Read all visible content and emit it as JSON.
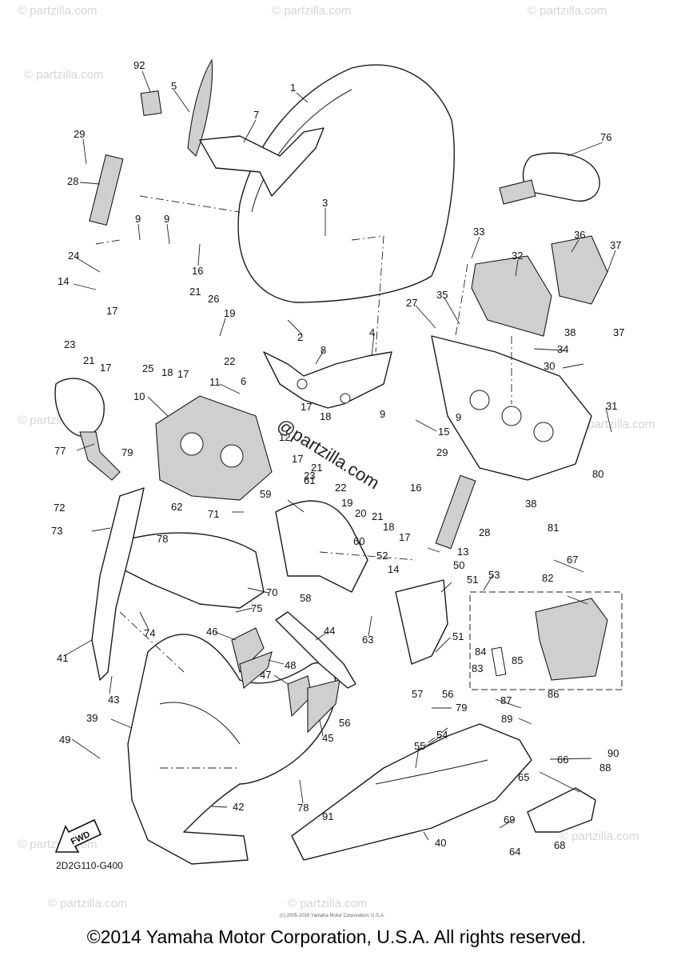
{
  "watermarks": {
    "site_text": "© partzilla.com",
    "center_text": "@partzilla.com"
  },
  "diagram": {
    "code": "2D2G110-G400",
    "fwd_label": "FWD",
    "credit": "(c) 2005-2016 Yamaha Motor Corporation, U.S.A.",
    "callouts": [
      "92",
      "5",
      "1",
      "7",
      "29",
      "28",
      "3",
      "76",
      "9",
      "9",
      "24",
      "16",
      "33",
      "32",
      "36",
      "37",
      "14",
      "17",
      "21",
      "26",
      "19",
      "35",
      "27",
      "2",
      "38",
      "37",
      "23",
      "21",
      "17",
      "25",
      "18",
      "17",
      "22",
      "4",
      "34",
      "8",
      "30",
      "11",
      "6",
      "10",
      "17",
      "18",
      "9",
      "9",
      "12",
      "15",
      "31",
      "23",
      "21",
      "17",
      "29",
      "77",
      "79",
      "22",
      "19",
      "20",
      "21",
      "18",
      "16",
      "38",
      "80",
      "72",
      "62",
      "61",
      "59",
      "73",
      "78",
      "71",
      "17",
      "28",
      "81",
      "13",
      "60",
      "52",
      "14",
      "50",
      "51",
      "53",
      "67",
      "82",
      "70",
      "75",
      "58",
      "74",
      "84",
      "85",
      "41",
      "46",
      "44",
      "63",
      "83",
      "48",
      "47",
      "43",
      "57",
      "56",
      "51",
      "86",
      "87",
      "39",
      "56",
      "79",
      "89",
      "45",
      "54",
      "49",
      "55",
      "88",
      "90",
      "66",
      "65",
      "42",
      "78",
      "91",
      "69",
      "40",
      "64",
      "68"
    ]
  },
  "footer": {
    "copyright": "©2014 Yamaha Motor Corporation, U.S.A. All rights reserved."
  }
}
